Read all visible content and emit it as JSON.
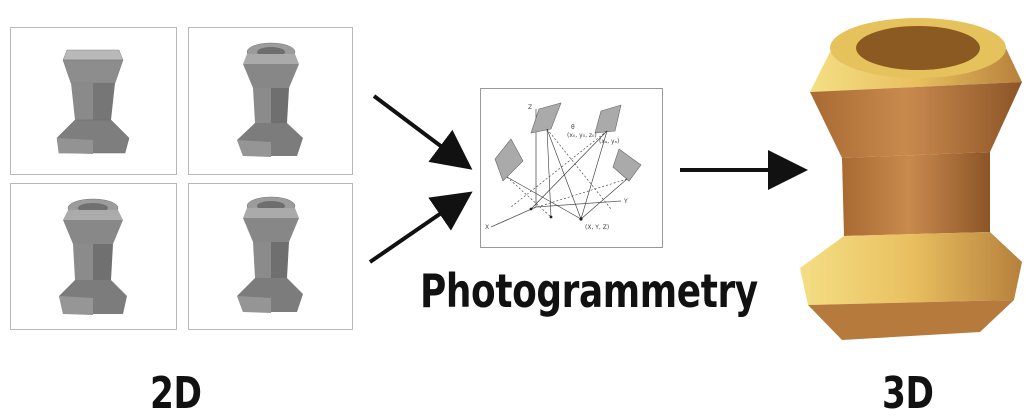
{
  "views": [
    {
      "name": "view-1",
      "style": "side"
    },
    {
      "name": "view-2",
      "style": "top"
    },
    {
      "name": "view-3",
      "style": "top"
    },
    {
      "name": "view-4",
      "style": "top"
    }
  ],
  "labels": {
    "input": "2D",
    "process": "Photogrammetry",
    "output": "3D"
  },
  "diagram_annotations": {
    "z_axis": "Z",
    "x_axis": "X",
    "y_axis": "Y",
    "point": "(X, Y, Z)",
    "cam_a": "(x₀, y₀, z₀)",
    "cam_b": "(xₐ, yₐ)",
    "theta": "θ"
  },
  "colors": {
    "object_2d": "#8a8a8a",
    "object_3d": "#c4874a",
    "object_3d_highlight": "#f2d97a",
    "arrow": "#111111",
    "panel_border": "#b8b8b8"
  }
}
